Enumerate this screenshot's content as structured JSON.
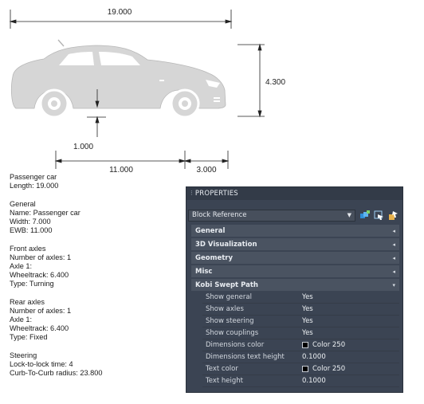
{
  "dimensions": {
    "overall_length": "19.000",
    "overall_height": "4.300",
    "ground_clearance": "1.000",
    "wheelbase": "11.000",
    "front_overhang": "3.000"
  },
  "info": {
    "lines": [
      "Passenger car",
      "Length: 19.000",
      "",
      "General",
      "Name: Passenger car",
      "Width: 7.000",
      "EWB: 11.000",
      "",
      "Front axles",
      "Number of axles: 1",
      "Axle 1:",
      "Wheeltrack: 6.400",
      "Type: Turning",
      "",
      "Rear axles",
      "Number of axles: 1",
      "Axle 1:",
      "Wheeltrack: 6.400",
      "Type: Fixed",
      "",
      "Steering",
      "Lock-to-lock time: 4",
      "Curb-To-Curb radius: 23.800"
    ]
  },
  "palette": {
    "title": "PROPERTIES",
    "grip": "⁝",
    "selector_value": "Block Reference",
    "categories": {
      "general": "General",
      "viz3d": "3D Visualization",
      "geometry": "Geometry",
      "misc": "Misc",
      "kobi": "Kobi Swept Path"
    },
    "properties": [
      {
        "key": "Show general",
        "value": "Yes"
      },
      {
        "key": "Show axles",
        "value": "Yes"
      },
      {
        "key": "Show steering",
        "value": "Yes"
      },
      {
        "key": "Show couplings",
        "value": "Yes"
      },
      {
        "key": "Dimensions color",
        "value": "Color 250",
        "swatch": "#000000"
      },
      {
        "key": "Dimensions text height",
        "value": "0.1000"
      },
      {
        "key": "Text color",
        "value": "Color 250",
        "swatch": "#000000"
      },
      {
        "key": "Text height",
        "value": "0.1000"
      }
    ]
  }
}
